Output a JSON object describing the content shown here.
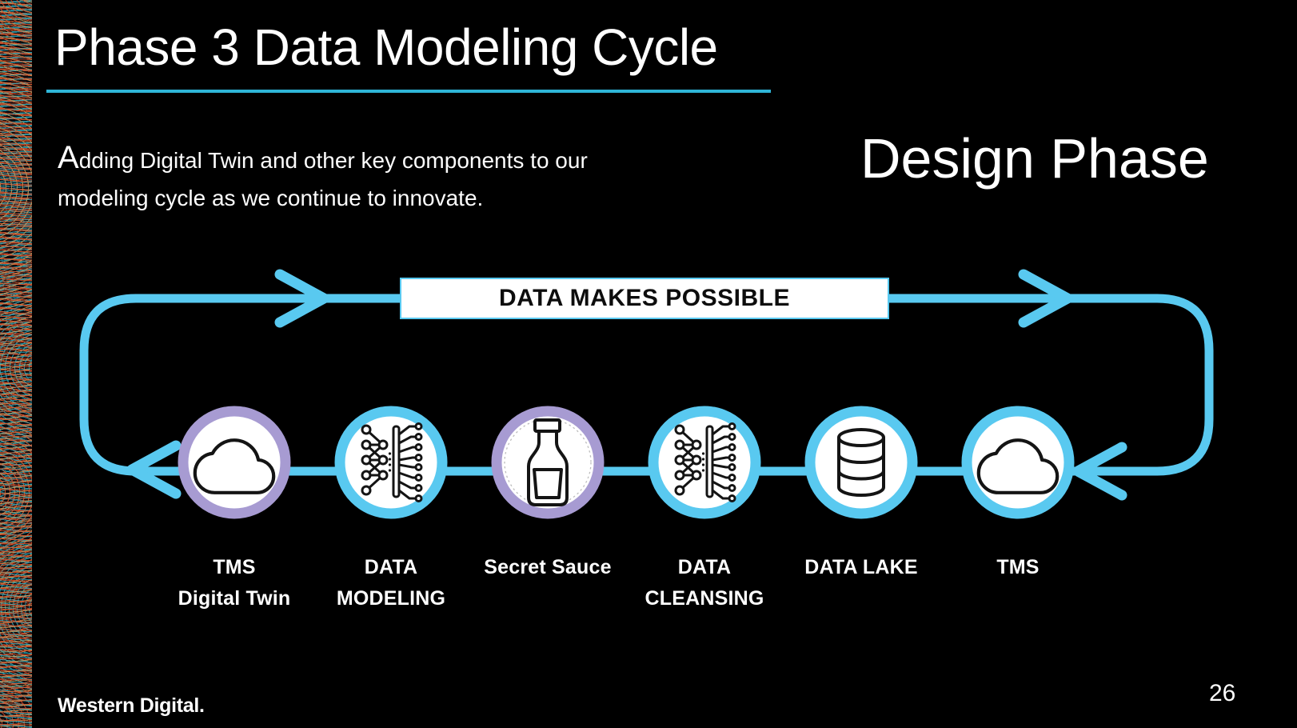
{
  "slide": {
    "title": "Phase 3 Data Modeling Cycle",
    "subtitle": {
      "lead_char": "A",
      "line1_rest": "dding Digital Twin and other key components to our",
      "line2": "modeling cycle as we continue to innovate."
    },
    "phase_label": "Design Phase",
    "footer_logo": "Western Digital.",
    "page_number": "26"
  },
  "diagram": {
    "banner_label": "DATA MAKES POSSIBLE",
    "nodes": [
      {
        "id": "tms-digital-twin",
        "label_line1": "TMS",
        "label_line2": "Digital Twin",
        "icon": "cloud-icon",
        "ring_color": "#A79BD2"
      },
      {
        "id": "data-modeling",
        "label_line1": "DATA",
        "label_line2": "MODELING",
        "icon": "circuit-icon",
        "ring_color": "#59C9F0"
      },
      {
        "id": "secret-sauce",
        "label_line1": "Secret Sauce",
        "label_line2": "",
        "icon": "sauce-bottle-icon",
        "ring_color": "#A79BD2"
      },
      {
        "id": "data-cleansing",
        "label_line1": "DATA",
        "label_line2": "CLEANSING",
        "icon": "circuit-icon",
        "ring_color": "#59C9F0"
      },
      {
        "id": "data-lake",
        "label_line1": "DATA LAKE",
        "label_line2": "",
        "icon": "database-icon",
        "ring_color": "#59C9F0"
      },
      {
        "id": "tms",
        "label_line1": "TMS",
        "label_line2": "",
        "icon": "cloud-icon",
        "ring_color": "#59C9F0"
      }
    ],
    "colors": {
      "accent_cyan": "#59C9F0",
      "underline_cyan": "#2FB5D8",
      "accent_purple": "#A79BD2",
      "background": "#000000",
      "banner_text": "#0D0D0D"
    }
  }
}
